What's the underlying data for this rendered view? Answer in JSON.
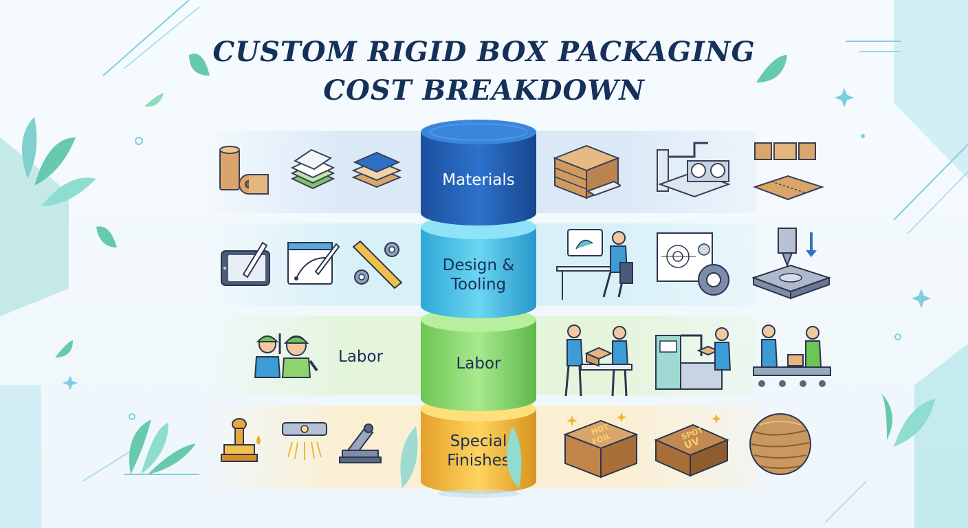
{
  "title": {
    "line1": "CUSTOM RIGID BOX PACKAGING",
    "line2": "COST BREAKDOWN"
  },
  "tiers": [
    {
      "label_line1": "Materials",
      "label_line2": "",
      "color_top": "#2f74cc",
      "color_body": "#1e5ab0"
    },
    {
      "label_line1": "Design &",
      "label_line2": "Tooling",
      "color_top": "#64d2ee",
      "color_body": "#38b4e0"
    },
    {
      "label_line1": "Labor",
      "label_line2": "",
      "color_top": "#a6e88a",
      "color_body": "#7fd365"
    },
    {
      "label_line1": "Special",
      "label_line2": "Finishes",
      "color_top": "#ffd766",
      "color_body": "#f2b534"
    }
  ],
  "side_labels": {
    "labor_left": "Labor"
  },
  "box_prints": {
    "hot_foil_1": "HOT",
    "hot_foil_2": "FOIL",
    "spot_uv_1": "SPOT",
    "spot_uv_2": "UV"
  },
  "icons": {
    "materials_left": [
      "paper-roll-icon",
      "paper-layers-icon",
      "fabric-swatch-icon"
    ],
    "materials_right": [
      "cardboard-stack-icon",
      "paper-factory-icon",
      "box-dieline-icon"
    ],
    "design_left": [
      "drawing-tablet-icon",
      "vector-design-icon",
      "ruler-gears-icon"
    ],
    "design_right": [
      "designer-at-computer-icon",
      "blueprint-gear-icon",
      "cnc-die-cutter-icon"
    ],
    "labor_left": [
      "workers-tools-icon"
    ],
    "labor_right": [
      "packing-workers-icon",
      "machine-operator-icon",
      "assembly-line-icon"
    ],
    "finishes_left": [
      "stamp-icon",
      "uv-lamp-icon",
      "embosser-icon"
    ],
    "finishes_right": [
      "hot-foil-box-icon",
      "spot-uv-box-icon",
      "wood-texture-icon"
    ]
  },
  "colors": {
    "title": "#15315a",
    "band_materials": "#dbe9f7",
    "band_design": "#d8f1f8",
    "band_labor": "#e4f5dc",
    "band_finishes": "#fbefd3",
    "leaf": "#67c9ad"
  }
}
